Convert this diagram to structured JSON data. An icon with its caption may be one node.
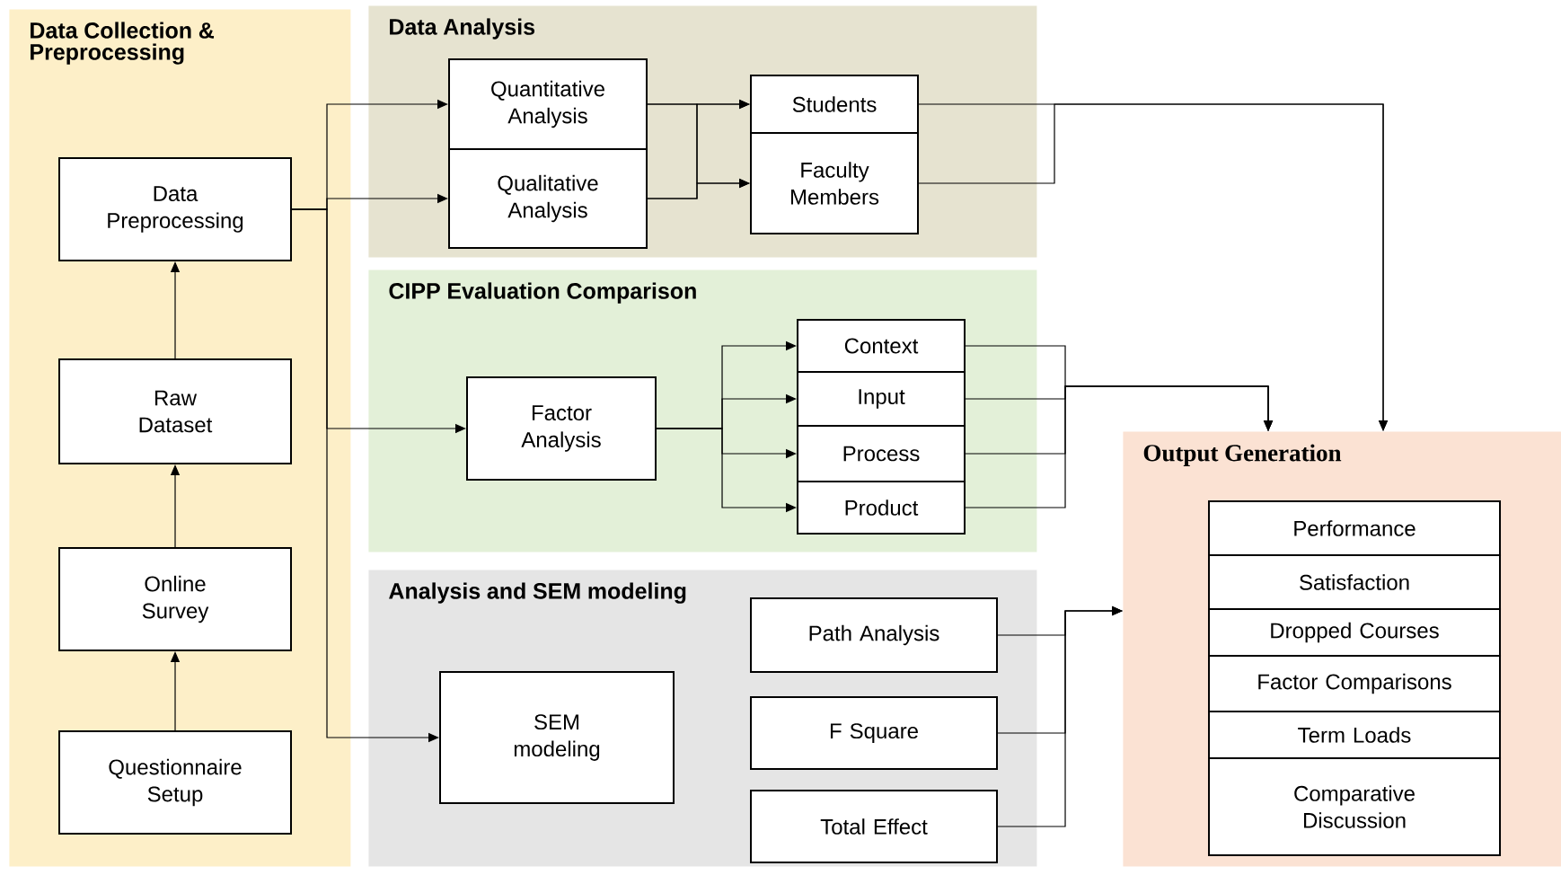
{
  "diagram": {
    "nodes": [
      {
        "text": [
          "Data Collection & Preprocessing"
        ]
      },
      {
        "text": [
          "Data Preprocessing"
        ],
        "in": 0
      },
      {
        "text": [
          "Raw Dataset"
        ],
        "in": 0
      },
      {
        "text": [
          "Online Survey"
        ],
        "in": 0
      },
      {
        "text": [
          "Questionnaire Setup"
        ],
        "in": 0
      },
      {
        "text": [
          "Data Analysis"
        ]
      },
      {
        "text": [
          "Quantitative Analysis"
        ],
        "in": 5
      },
      {
        "text": [
          "Qualitative Analysis"
        ],
        "in": 5
      },
      {
        "text": [
          "Students"
        ],
        "in": 5
      },
      {
        "text": [
          "Faculty Members"
        ],
        "in": 5
      },
      {
        "text": [
          "CIPP Evaluation Comparison"
        ]
      },
      {
        "text": [
          "Factor Analysis"
        ],
        "in": 10
      },
      {
        "text": [
          "Context"
        ],
        "in": 10
      },
      {
        "text": [
          "Input"
        ],
        "in": 10
      },
      {
        "text": [
          "Process"
        ],
        "in": 10
      },
      {
        "text": [
          "Product"
        ],
        "in": 10
      },
      {
        "text": [
          "Analysis and SEM modeling"
        ]
      },
      {
        "text": [
          "SEM modeling"
        ],
        "in": 16
      },
      {
        "text": [
          "Path Analysis"
        ],
        "in": 16
      },
      {
        "text": [
          "F Square"
        ],
        "in": 16
      },
      {
        "text": [
          "Total Effect"
        ],
        "in": 16
      },
      {
        "text": [
          "Output Generation"
        ]
      },
      {
        "text": [
          "Performance"
        ],
        "in": 21
      },
      {
        "text": [
          "Satisfaction"
        ],
        "in": 21
      },
      {
        "text": [
          "Dropped Courses"
        ],
        "in": 21
      },
      {
        "text": [
          "Factor Comparisons"
        ],
        "in": 21
      },
      {
        "text": [
          "Term Loads"
        ],
        "in": 21
      },
      {
        "text": [
          "Comparative Discussion"
        ],
        "in": 21
      }
    ],
    "edges": [
      {
        "from": 4,
        "to": 3,
        "arrow": "to"
      },
      {
        "from": 3,
        "to": 2,
        "arrow": "to"
      },
      {
        "from": 2,
        "to": 1,
        "arrow": "to"
      },
      {
        "from": 1,
        "to": 6,
        "arrow": "to"
      },
      {
        "from": 1,
        "to": 7,
        "arrow": "to"
      },
      {
        "from": 1,
        "to": 11,
        "arrow": "to"
      },
      {
        "from": 1,
        "to": 17,
        "arrow": "to"
      },
      {
        "from": 6,
        "to": 8,
        "arrow": "to"
      },
      {
        "from": 6,
        "to": 9,
        "arrow": "to"
      },
      {
        "from": 7,
        "to": 8,
        "arrow": "to"
      },
      {
        "from": 7,
        "to": 9,
        "arrow": "to"
      },
      {
        "from": 8,
        "to": 21,
        "arrow": "to"
      },
      {
        "from": 9,
        "to": 21,
        "arrow": "to"
      },
      {
        "from": 11,
        "to": 12,
        "arrow": "to"
      },
      {
        "from": 11,
        "to": 13,
        "arrow": "to"
      },
      {
        "from": 11,
        "to": 14,
        "arrow": "to"
      },
      {
        "from": 11,
        "to": 15,
        "arrow": "to"
      },
      {
        "from": 12,
        "to": 21,
        "arrow": "to"
      },
      {
        "from": 13,
        "to": 21,
        "arrow": "to"
      },
      {
        "from": 14,
        "to": 21,
        "arrow": "to"
      },
      {
        "from": 15,
        "to": 21,
        "arrow": "to"
      },
      {
        "from": 18,
        "to": 21,
        "arrow": "to"
      },
      {
        "from": 19,
        "to": 21,
        "arrow": "to"
      },
      {
        "from": 20,
        "to": 21,
        "arrow": "to"
      }
    ]
  }
}
